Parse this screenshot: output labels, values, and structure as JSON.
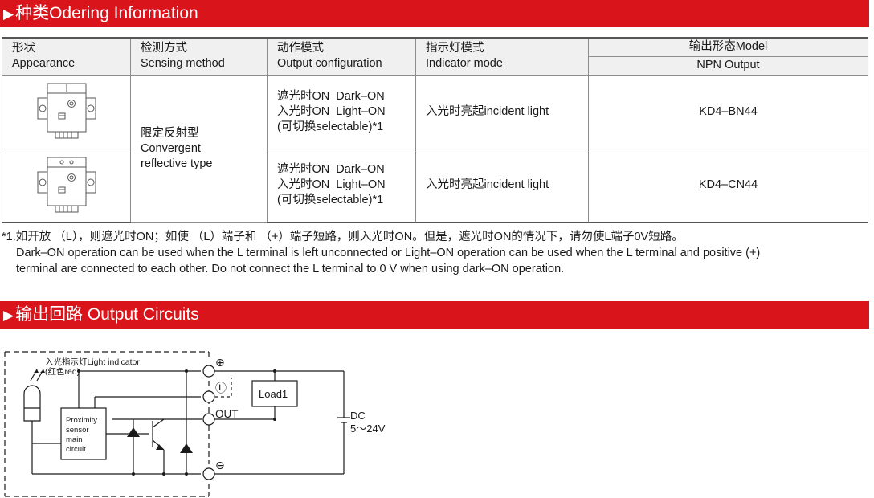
{
  "section1": {
    "title": "种类Odering Information"
  },
  "table": {
    "headers": {
      "appearance": {
        "cn": "形状",
        "en": "Appearance"
      },
      "sensing": {
        "cn": "检测方式",
        "en": "Sensing method"
      },
      "output_config": {
        "cn": "动作模式",
        "en": "Output configuration"
      },
      "indicator": {
        "cn": "指示灯模式",
        "en": "Indicator mode"
      },
      "model": "输出形态Model",
      "npn": "NPN Output"
    },
    "sensing_method": {
      "cn": "限定反射型",
      "en1": "Convergent",
      "en2": "reflective type"
    },
    "rows": [
      {
        "config1": "遮光时ON  Dark–ON",
        "config2": "入光时ON  Light–ON",
        "config3": "(可切换selectable)*1",
        "indicator": "入光时亮起incident light",
        "model": "KD4–BN44"
      },
      {
        "config1": "遮光时ON  Dark–ON",
        "config2": "入光时ON  Light–ON",
        "config3": "(可切换selectable)*1",
        "indicator": "入光时亮起incident light",
        "model": "KD4–CN44"
      }
    ]
  },
  "note": {
    "cn": "*1.如开放 （L），则遮光时ON；如使 （L）端子和 （+）端子短路，则入光时ON。但是，遮光时ON的情况下，请勿使L端子0V短路。",
    "en1": "Dark–ON operation can be used when the L terminal is left unconnected or Light–ON operation can be used when the L terminal and positive (+)",
    "en2": "terminal are connected to each other. Do not connect the L terminal to 0 V when using dark–ON operation."
  },
  "section2": {
    "title": "输出回路 Output Circuits"
  },
  "circuit": {
    "indicator_label": "入光指示灯Light indicator",
    "indicator_color": "(红色red)",
    "proximity1": "Proximity",
    "proximity2": "sensor",
    "proximity3": "main",
    "proximity4": "circuit",
    "terminal_plus": "⊕",
    "terminal_l": "Ⓛ",
    "terminal_minus": "⊖",
    "out": "OUT",
    "load": "Load1",
    "dc": "DC",
    "voltage": "5～24V"
  },
  "colors": {
    "accent": "#d9141b"
  }
}
